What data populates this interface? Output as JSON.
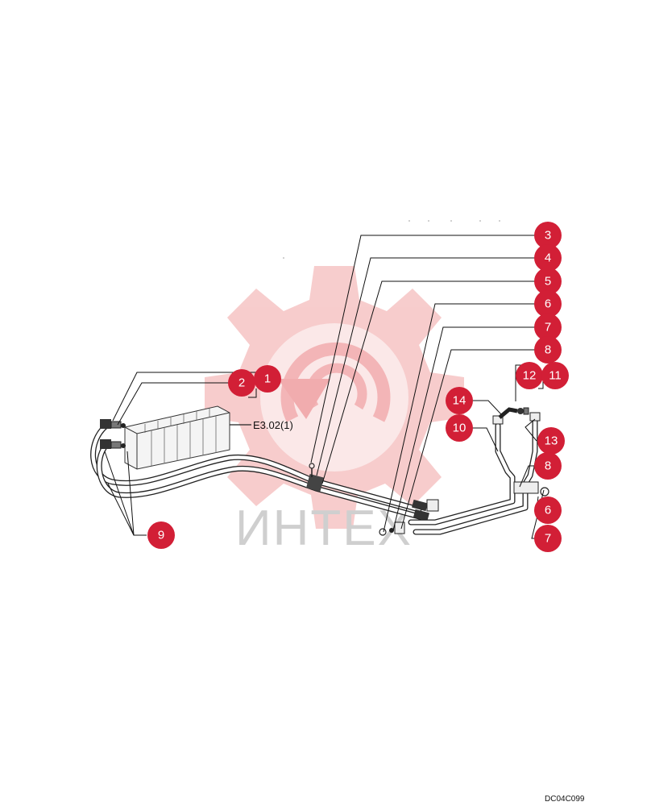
{
  "reference_label": "E3.02(1)",
  "drawing_code": "DC04C099",
  "watermark_text": "ИНТЕХ",
  "colors": {
    "callout": "#d21f36",
    "watermark_gear": "#f6c4c4",
    "watermark_text": "#cfcfcf"
  },
  "callouts": [
    {
      "id": "c3",
      "label": "3"
    },
    {
      "id": "c4",
      "label": "4"
    },
    {
      "id": "c5",
      "label": "5"
    },
    {
      "id": "c6a",
      "label": "6"
    },
    {
      "id": "c7a",
      "label": "7"
    },
    {
      "id": "c8a",
      "label": "8"
    },
    {
      "id": "c12",
      "label": "12"
    },
    {
      "id": "c11",
      "label": "11"
    },
    {
      "id": "c2",
      "label": "2"
    },
    {
      "id": "c1",
      "label": "1"
    },
    {
      "id": "c14",
      "label": "14"
    },
    {
      "id": "c10",
      "label": "10"
    },
    {
      "id": "c13",
      "label": "13"
    },
    {
      "id": "c8b",
      "label": "8"
    },
    {
      "id": "c6b",
      "label": "6"
    },
    {
      "id": "c7b",
      "label": "7"
    },
    {
      "id": "c9",
      "label": "9"
    }
  ]
}
